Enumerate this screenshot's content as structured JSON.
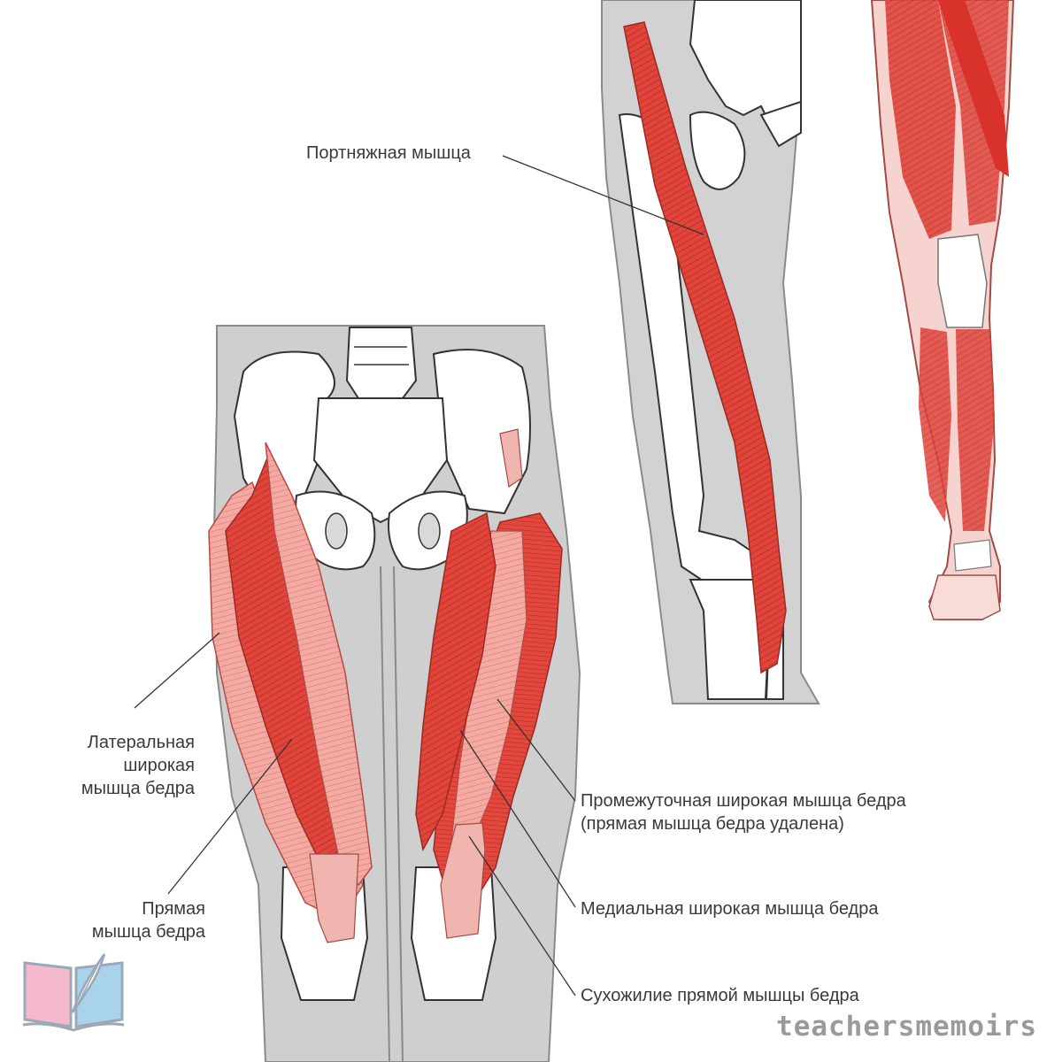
{
  "labels": {
    "sartorius": "Портняжная мышца",
    "vastus_lateralis": [
      "Латеральная",
      "широкая",
      "мышца бедра"
    ],
    "rectus_femoris": [
      "Прямая",
      "мышца бедра"
    ],
    "vastus_intermedius": [
      "Промежуточная широкая мышца бедра",
      "(прямая мышца бедра удалена)"
    ],
    "vastus_medialis": "Медиальная широкая мышца бедра",
    "rectus_tendon": "Сухожилие прямой мышцы бедра"
  },
  "watermark": "teachersmemoirs",
  "colors": {
    "muscle": "#e0403a",
    "muscle_light": "#f4a7a0",
    "bone": "#ffffff",
    "body_fill": "#cfcfcf",
    "line": "#333333",
    "text": "#3a3a3a",
    "watermark": "#9a9a9a"
  },
  "icons": [
    "book-feather-logo-icon"
  ]
}
